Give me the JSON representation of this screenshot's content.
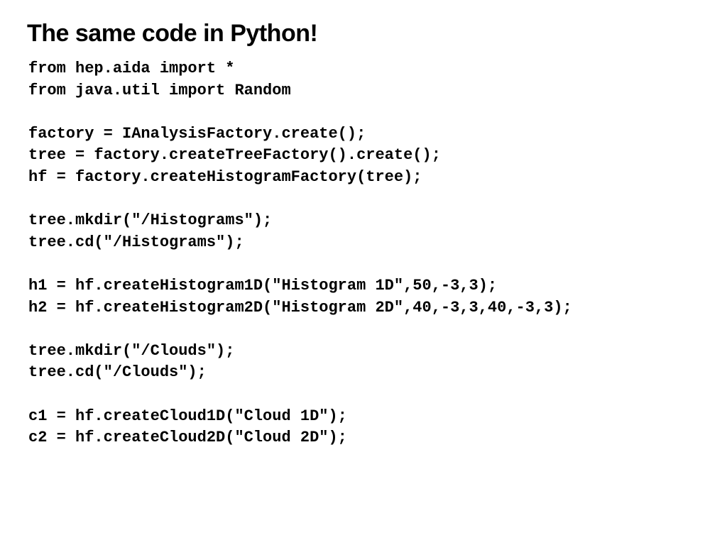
{
  "slide": {
    "title": "The same code in Python!",
    "code_lines": [
      "from hep.aida import *",
      "from java.util import Random",
      "",
      "factory = IAnalysisFactory.create();",
      "tree = factory.createTreeFactory().create();",
      "hf = factory.createHistogramFactory(tree);",
      "",
      "tree.mkdir(\"/Histograms\");",
      "tree.cd(\"/Histograms\");",
      "",
      "h1 = hf.createHistogram1D(\"Histogram 1D\",50,-3,3);",
      "h2 = hf.createHistogram2D(\"Histogram 2D\",40,-3,3,40,-3,3);",
      "",
      "tree.mkdir(\"/Clouds\");",
      "tree.cd(\"/Clouds\");",
      "",
      "c1 = hf.createCloud1D(\"Cloud 1D\");",
      "c2 = hf.createCloud2D(\"Cloud 2D\");"
    ]
  }
}
